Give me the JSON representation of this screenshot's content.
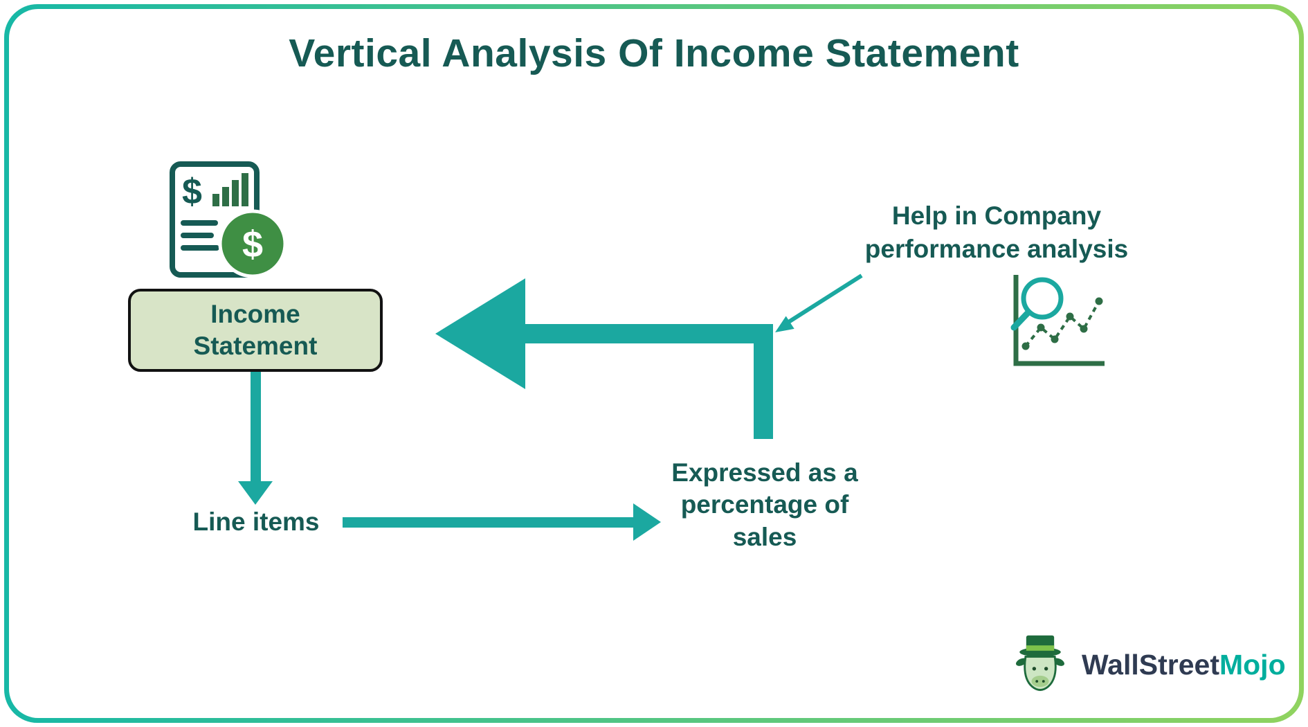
{
  "title": "Vertical Analysis Of Income Statement",
  "income_statement_box": {
    "lines": [
      "Income",
      "Statement"
    ]
  },
  "labels": {
    "line_items": "Line items",
    "expressed": {
      "lines": [
        "Expressed as a",
        "percentage of",
        "sales"
      ]
    },
    "help": {
      "lines": [
        "Help in Company",
        "performance analysis"
      ]
    }
  },
  "icons": {
    "document_dollar": "income-statement-document-icon",
    "chart_magnifier": "performance-analysis-chart-icon",
    "bull_hat": "wallstreetmojo-bull-icon"
  },
  "logo": {
    "part1": "WallStreet",
    "part2": "Mojo"
  },
  "colors": {
    "accent_teal": "#1BA8A0",
    "dark_text": "#165A54",
    "box_fill": "#D8E4C7",
    "box_border": "#121212",
    "icon_green": "#3F8F44",
    "chart_green": "#2E6E46",
    "logo_navy": "#2F3B52",
    "logo_teal": "#00AE9D",
    "grad_start": "#17B8A6",
    "grad_end": "#90D35F"
  }
}
